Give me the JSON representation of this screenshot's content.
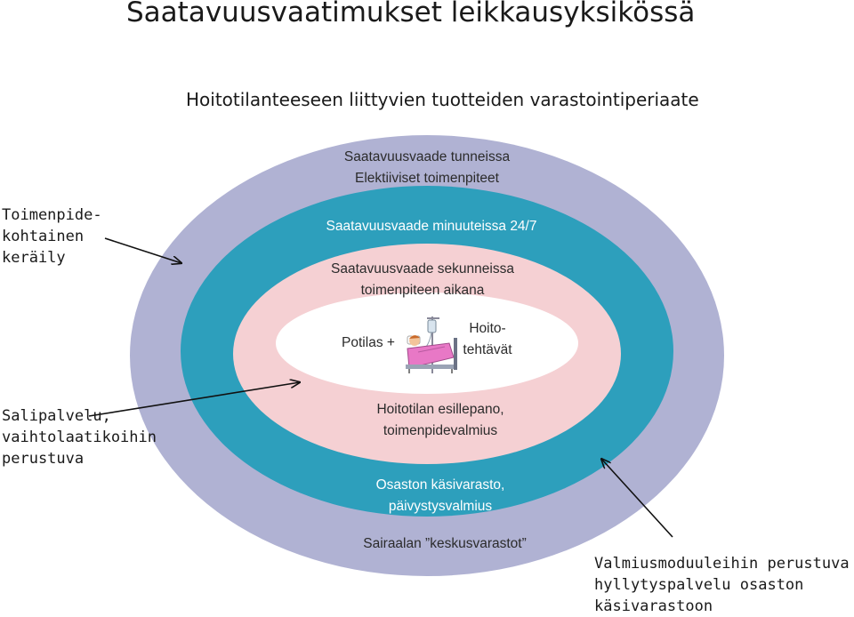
{
  "title": "Saatavuusvaatimukset leikkausyksikössä",
  "subtitle": "Hoitotilanteeseen liittyvien tuotteiden  varastointiperiaate",
  "rings": {
    "outer_top": [
      "Saatavuusvaade tunneissa",
      "Elektiiviset toimenpiteet"
    ],
    "middle_top": "Saatavuusvaade minuuteissa 24/7",
    "inner_top": [
      "Saatavuusvaade sekunneissa",
      "toimenpiteen aikana"
    ],
    "center_left": "Potilas +",
    "center_right": [
      "Hoito-",
      "tehtävät"
    ],
    "inner_bottom": [
      "Hoitotilan esillepano,",
      "toimenpidevalmius"
    ],
    "middle_bottom": [
      "Osaston käsivarasto,",
      "päivystysvalmius"
    ],
    "outer_bottom": "Sairaalan ”keskusvarastot”"
  },
  "callouts": {
    "left_top": [
      "Toimenpide-",
      "kohtainen",
      "keräily"
    ],
    "left_bottom": [
      "Salipalvelu,",
      "vaihtolaatikoihin",
      "perustuva"
    ],
    "right_bottom": [
      "Valmiusmoduuleihin perustuva",
      "hyllytyspalvelu osaston",
      "käsivarastoon"
    ]
  },
  "colors": {
    "outer_ring": "#b0b2d3",
    "middle_ring": "#2d9fbc",
    "inner_ring": "#f5d0d3",
    "center": "#ffffff"
  },
  "icons": {
    "patient": "patient-in-bed-icon"
  }
}
